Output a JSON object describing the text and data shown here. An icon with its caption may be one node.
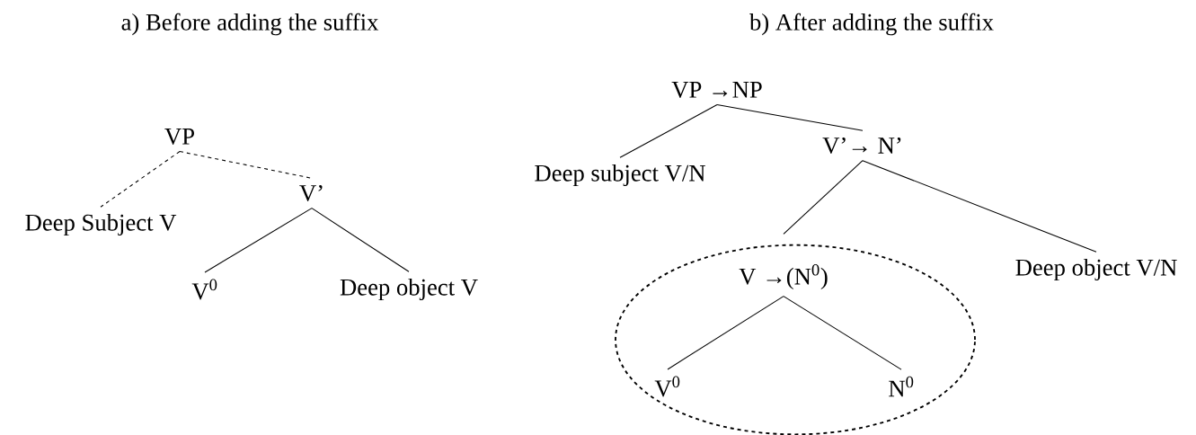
{
  "diagram": {
    "nodes": [
      {
        "text": [
          "VP"
        ]
      },
      {
        "text": [
          "Deep Subject V"
        ]
      },
      {
        "text": [
          "V’"
        ]
      },
      {
        "text": [
          "V$^{0}$"
        ]
      },
      {
        "text": [
          "Deep object V"
        ]
      },
      {
        "text": [
          "VP →NP"
        ]
      },
      {
        "text": [
          "Deep subject V/N"
        ]
      },
      {
        "text": [
          "V’→ N’"
        ]
      },
      {
        "text": [],
        "shape": "ellipse"
      },
      {
        "text": [
          "V →(N$^{0}$)"
        ],
        "in": 8
      },
      {
        "text": [
          "V$^{0}$"
        ],
        "in": 8
      },
      {
        "text": [
          "N$^{0}$"
        ],
        "in": 8
      },
      {
        "text": [
          "Deep object V/N"
        ]
      }
    ],
    "edges": [
      {
        "from": 0,
        "to": 1,
        "arrow": "none",
        "style": "dashed"
      },
      {
        "from": 0,
        "to": 2,
        "arrow": "none",
        "style": "dashed"
      },
      {
        "from": 2,
        "to": 3,
        "arrow": "none"
      },
      {
        "from": 2,
        "to": 4,
        "arrow": "none"
      },
      {
        "from": 5,
        "to": 6,
        "arrow": "none"
      },
      {
        "from": 5,
        "to": 7,
        "arrow": "none"
      },
      {
        "from": 7,
        "to": 9,
        "arrow": "none"
      },
      {
        "from": 7,
        "to": 12,
        "arrow": "none"
      },
      {
        "from": 9,
        "to": 10,
        "arrow": "none"
      },
      {
        "from": 9,
        "to": 11,
        "arrow": "none"
      }
    ],
    "labels": [
      "a) Before adding the suffix",
      "b) After adding the suffix"
    ]
  }
}
